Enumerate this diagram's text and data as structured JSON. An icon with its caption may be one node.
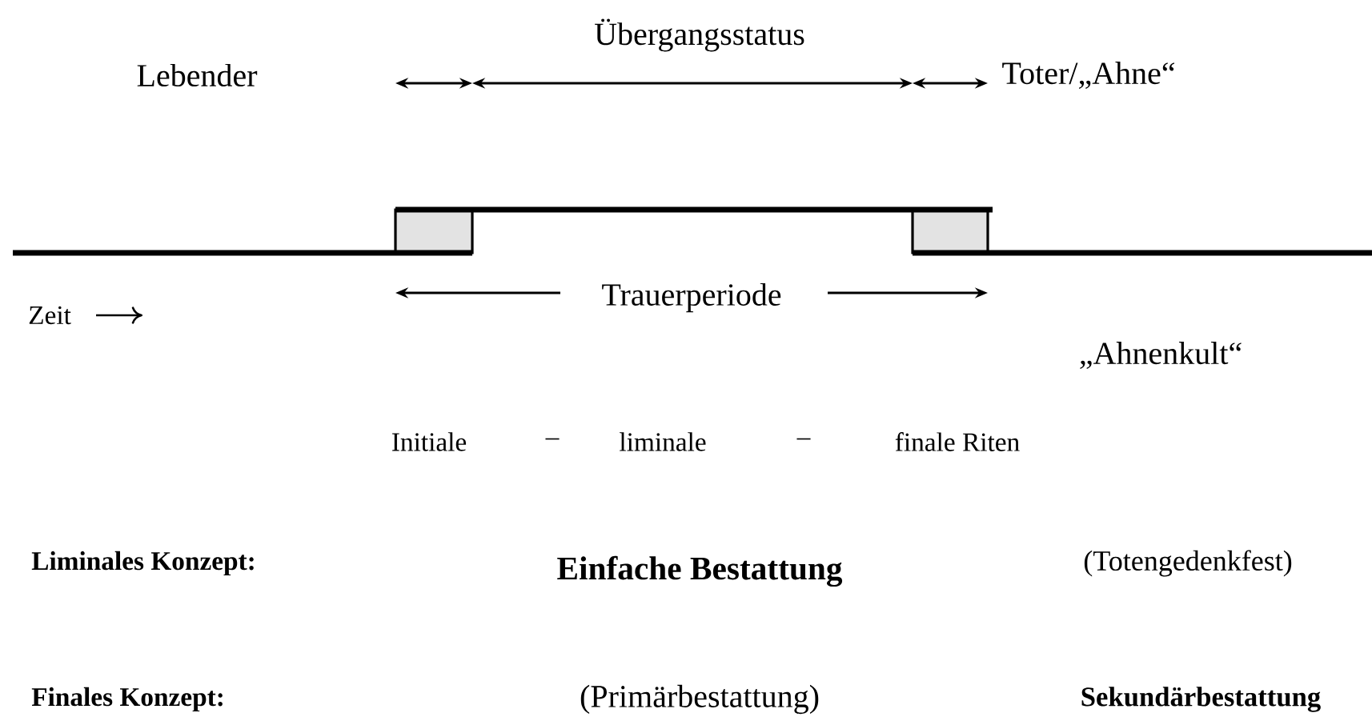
{
  "diagram": {
    "labels": [
      "Übergangsstatus",
      "Lebender",
      "Toter/„Ahne“",
      "Trauerperiode",
      "Zeit",
      "„Ahnenkult“",
      "Initiale",
      "–",
      "liminale",
      "–",
      "finale Riten",
      "Liminales Konzept:",
      "Einfache Bestattung",
      "(Totengedenkfest)",
      "Finales Konzept:",
      "(Primärbestattung)",
      "Sekundärbestattung"
    ]
  }
}
